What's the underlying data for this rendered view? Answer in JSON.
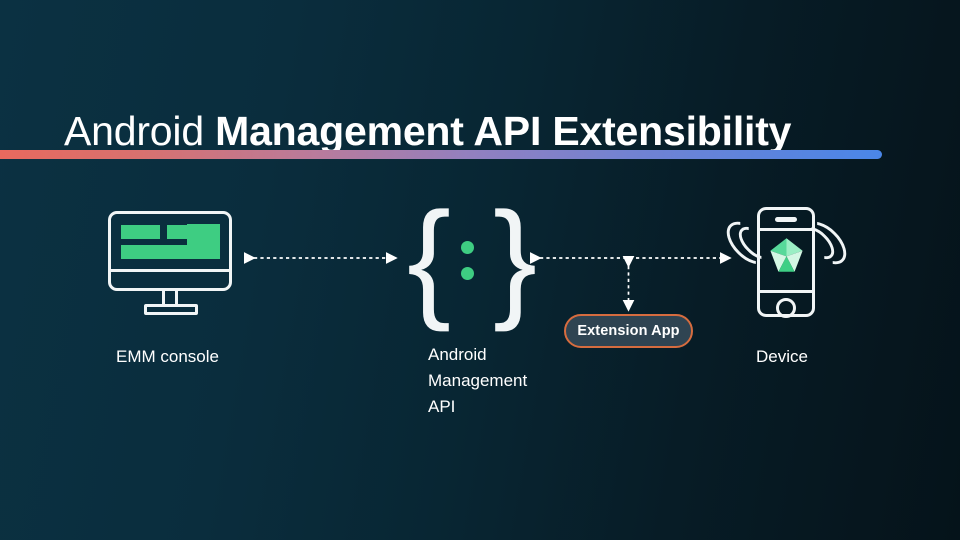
{
  "slide": {
    "title_light": "Android",
    "title_bold": "Management API Extensibility",
    "background_left": "#0b3142",
    "background_right": "#05131a"
  },
  "accent_bar": {
    "color_start": "#e8695e",
    "color_end": "#4a86e8"
  },
  "diagram": {
    "nodes": [
      {
        "id": "emm-console",
        "label": "EMM console",
        "icon": "monitor-icon",
        "icon_accent": "#3ecd82"
      },
      {
        "id": "android-management-api",
        "label": "Android Management API",
        "label_lines": [
          "Android",
          "Management",
          "API"
        ],
        "icon": "curly-braces-icon",
        "icon_accent": "#3ecd82"
      },
      {
        "id": "device",
        "label": "Device",
        "icon": "mobile-phone-icon",
        "icon_accent": "#3ecd82"
      }
    ],
    "extension": {
      "label": "Extension App",
      "border_color": "#d66c3f",
      "fill_color": "#2f4452"
    },
    "connectors": [
      {
        "id": "emm-to-api",
        "style": "dotted",
        "arrows": "both",
        "orientation": "horizontal"
      },
      {
        "id": "api-to-device",
        "style": "dotted",
        "arrows": "both",
        "orientation": "horizontal"
      },
      {
        "id": "extension-to-api-device-link",
        "style": "dotted",
        "arrows": "both",
        "orientation": "vertical"
      }
    ]
  }
}
